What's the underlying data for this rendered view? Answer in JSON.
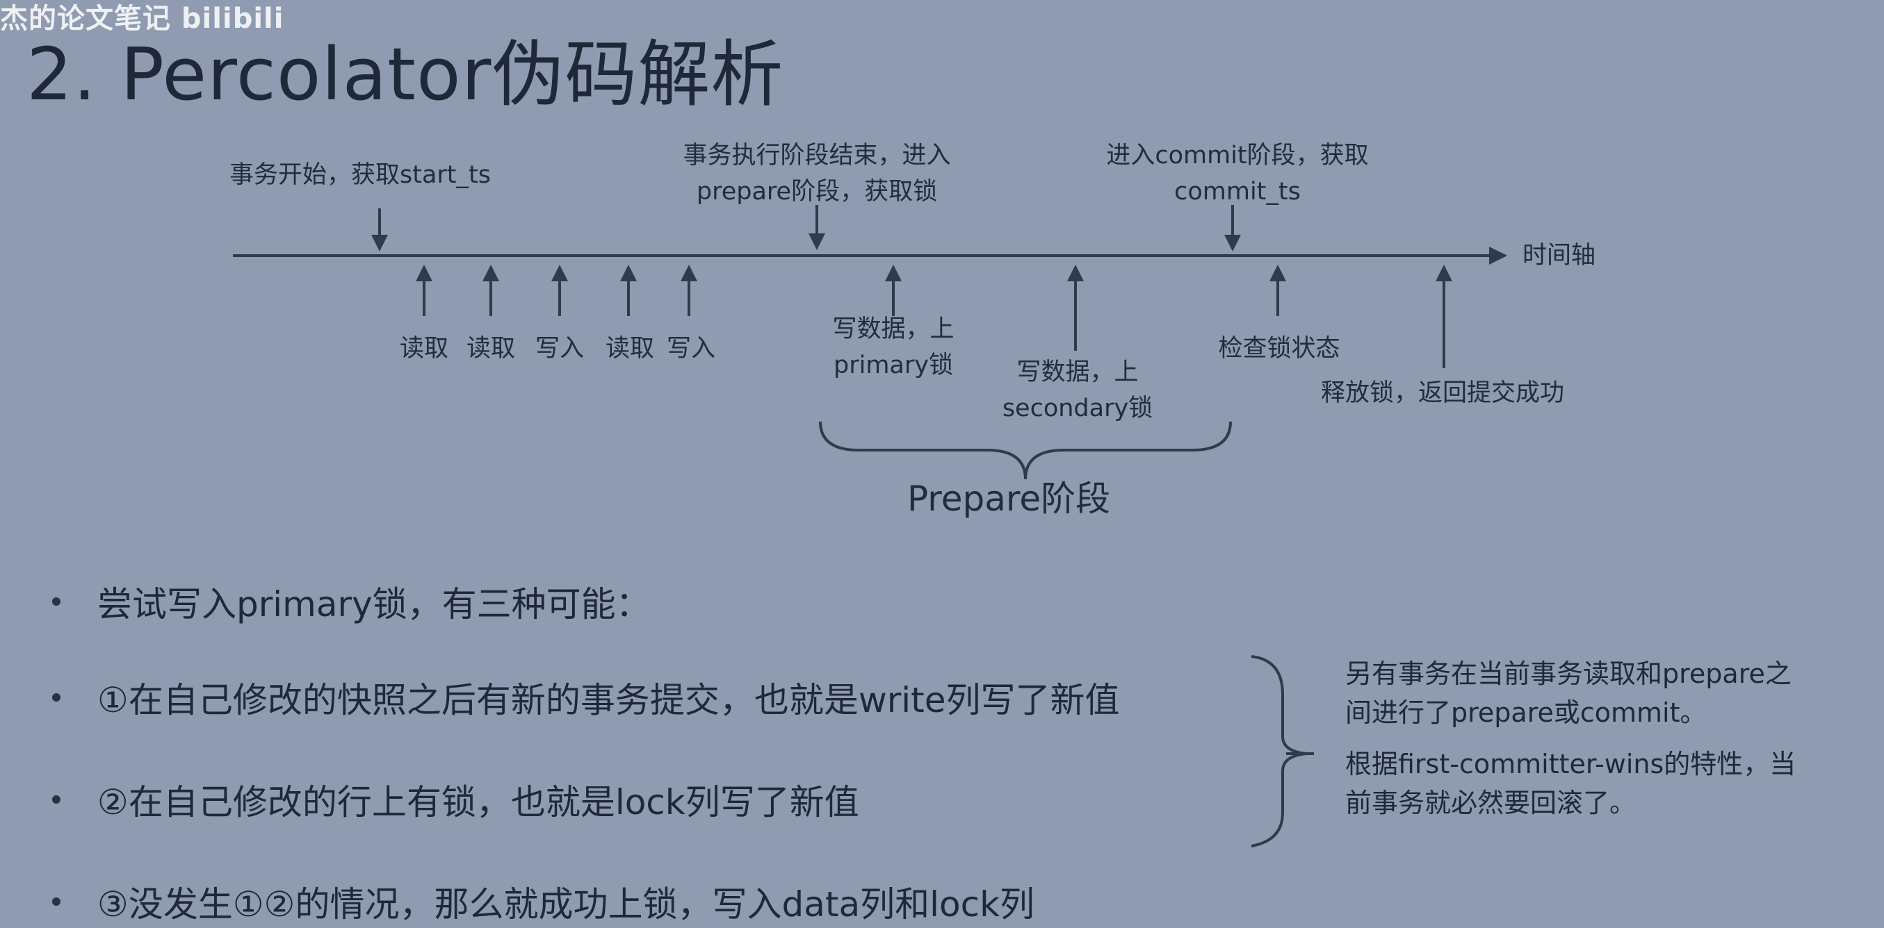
{
  "watermark": "杰的论文笔记 bilibili",
  "title": "2. Percolator伪码解析",
  "timeline": {
    "axis_label": "时间轴",
    "events_above": [
      {
        "line1": "事务开始，获取start_ts",
        "line2": ""
      },
      {
        "line1": "事务执行阶段结束，进入",
        "line2": "prepare阶段，获取锁"
      },
      {
        "line1": "进入commit阶段，获取",
        "line2": "commit_ts"
      }
    ],
    "events_below": [
      {
        "line1": "读取",
        "line2": ""
      },
      {
        "line1": "读取",
        "line2": ""
      },
      {
        "line1": "写入",
        "line2": ""
      },
      {
        "line1": "读取",
        "line2": ""
      },
      {
        "line1": "写入",
        "line2": ""
      },
      {
        "line1": "写数据，上",
        "line2": "primary锁"
      },
      {
        "line1": "写数据，上",
        "line2": "secondary锁"
      },
      {
        "line1": "检查锁状态",
        "line2": ""
      },
      {
        "line1": "释放锁，返回提交成功",
        "line2": ""
      }
    ],
    "phase_label": "Prepare阶段"
  },
  "bullets": [
    "尝试写入primary锁，有三种可能：",
    "①在自己修改的快照之后有新的事务提交，也就是write列写了新值",
    "②在自己修改的行上有锁，也就是lock列写了新值",
    "③没发生①②的情况，那么就成功上锁，写入data列和lock列"
  ],
  "side_note": {
    "lines": [
      "另有事务在当前事务读取和prepare之",
      "间进行了prepare或commit。",
      "根据first-committer-wins的特性，当",
      "前事务就必然要回滚了。"
    ]
  }
}
